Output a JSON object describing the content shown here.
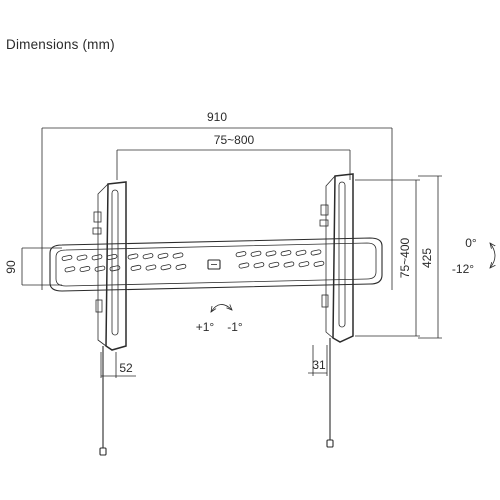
{
  "title": "Dimensions (mm)",
  "dimensions": {
    "overall_width": "910",
    "vesa_width": "75~800",
    "vesa_height": "75~400",
    "overall_height": "425",
    "rail_height": "90",
    "arm_depth_left": "52",
    "arm_depth_right": "31"
  },
  "tilt": {
    "range_up": "0°",
    "range_down": "-12°",
    "adjust_plus": "+1°",
    "adjust_minus": "-1°"
  }
}
